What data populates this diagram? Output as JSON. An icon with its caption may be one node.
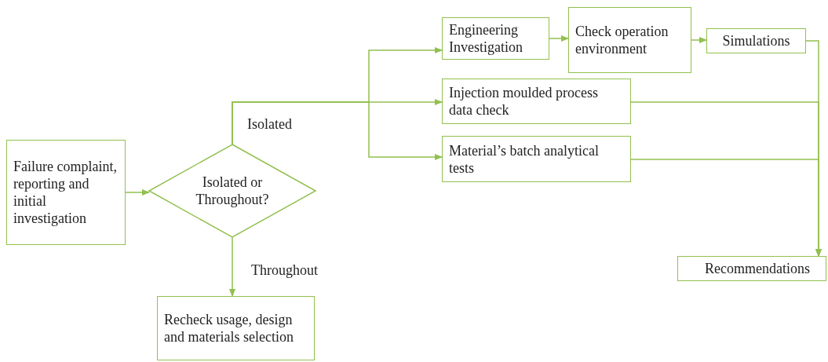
{
  "diagram": {
    "nodes": [
      {
        "text": [
          "Failure complaint, reporting and initial investigation"
        ]
      },
      {
        "text": [
          "Isolated or Throughout?"
        ]
      },
      {
        "text": [
          "Engineering Investigation"
        ]
      },
      {
        "text": [
          "Check operation environment"
        ]
      },
      {
        "text": [
          "Simulations"
        ]
      },
      {
        "text": [
          "Injection moulded process data check"
        ]
      },
      {
        "text": [
          "Material’s batch analytical tests"
        ]
      },
      {
        "text": [
          "Recheck usage, design and materials selection"
        ]
      },
      {
        "text": [
          "Recommendations"
        ]
      }
    ],
    "edges": [
      {
        "from": 0,
        "to": 1,
        "arrow": "to"
      },
      {
        "from": 1,
        "to": 2,
        "arrow": "to"
      },
      {
        "from": 1,
        "to": 5,
        "arrow": "to",
        "label": "Isolated"
      },
      {
        "from": 1,
        "to": 6,
        "arrow": "to"
      },
      {
        "from": 1,
        "to": 7,
        "arrow": "to",
        "label": "Throughout"
      },
      {
        "from": 2,
        "to": 3,
        "arrow": "to"
      },
      {
        "from": 3,
        "to": 4,
        "arrow": "to"
      },
      {
        "from": 4,
        "to": 8,
        "arrow": "to"
      },
      {
        "from": 5,
        "to": 8,
        "arrow": "to"
      },
      {
        "from": 6,
        "to": 8,
        "arrow": "to"
      }
    ]
  }
}
